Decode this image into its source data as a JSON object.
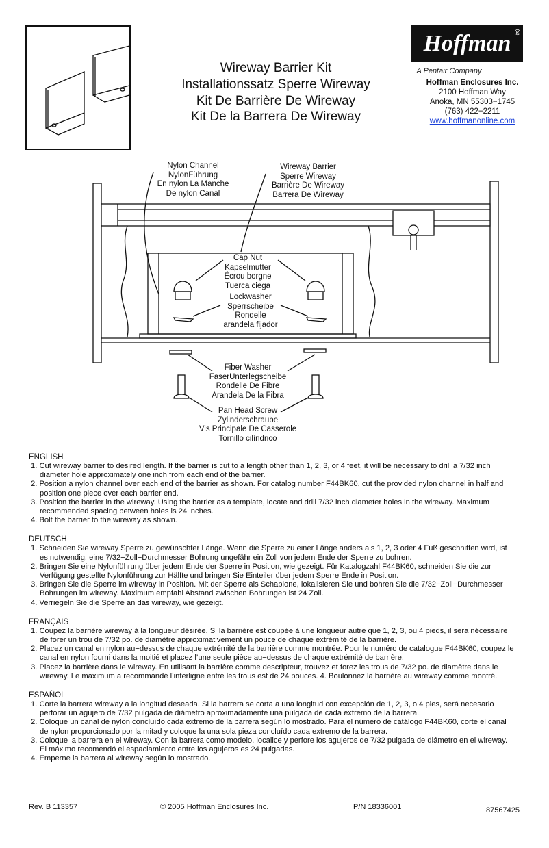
{
  "titles": [
    "Wireway Barrier Kit",
    "Installationssatz Sperre Wireway",
    "Kit De Barrière De Wireway",
    "Kit De la Barrera De Wireway"
  ],
  "company": {
    "logo": "Hoffman",
    "registered": "®",
    "tagline": "A Pentair Company",
    "name": "Hoffman Enclosures Inc.",
    "address1": "2100 Hoffman Way",
    "address2": "Anoka, MN 55303−1745",
    "phone": "(763) 422−2211",
    "website": "www.hoffmanonline.com"
  },
  "labels": {
    "nylon_channel": [
      "Nylon Channel",
      "NylonFührung",
      "En nylon La Manche",
      "De nylon Canal"
    ],
    "wireway_barrier": [
      "Wireway Barrier",
      "Sperre Wireway",
      "Barrière De Wireway",
      "Barrera De Wireway"
    ],
    "cap_nut": [
      "Cap Nut",
      "Kapselmutter",
      "Écrou borgne",
      "Tuerca ciega"
    ],
    "lockwasher": [
      "Lockwasher",
      "Sperrscheibe",
      "Rondelle",
      "arandela fijador"
    ],
    "fiber_washer": [
      "Fiber Washer",
      "FaserUnterlegscheibe",
      "Rondelle De Fibre",
      "Arandela De la Fibra"
    ],
    "pan_head_screw": [
      "Pan Head Screw",
      "Zylinderschraube",
      "Vis Principale De Casserole",
      "Tornillo cilíndrico"
    ]
  },
  "instructions": {
    "english": {
      "heading": "ENGLISH",
      "items": [
        "1.  Cut wireway barrier to desired length.  If the barrier is cut to a length other than 1, 2, 3, or 4 feet, it will be necessary to drill a 7/32 inch diameter hole approximately one inch from each end of the barrier.",
        "2.  Position a nylon channel over each end of the barrier as shown.  For catalog number F44BK60, cut the provided nylon channel in half and position one piece over each barrier end.",
        "3.  Position the barrier in the wireway.  Using the barrier as a template, locate and drill 7/32 inch diameter holes in the wireway. Maximum recommended spacing between holes is 24 inches.",
        "4.  Bolt the barrier to the wireway as shown."
      ]
    },
    "deutsch": {
      "heading": "DEUTSCH",
      "items": [
        "1. Schneiden Sie wireway Sperre zu gewünschter Länge. Wenn die Sperre zu einer Länge anders als 1, 2, 3 oder 4 Fuß geschnitten wird, ist es notwendig, eine 7/32−Zoll−Durchmesser Bohrung ungefähr ein Zoll von jedem Ende der Sperre zu bohren.",
        "2. Bringen Sie eine Nylonführung über jedem Ende der Sperre in Position, wie gezeigt. Für Katalogzahl F44BK60, schneiden Sie die zur Verfügung gestellte Nylonführung zur Hälfte und bringen Sie Einteiler über jedem Sperre Ende in Position.",
        "3. Bringen Sie die Sperre im wireway in Position. Mit der Sperre als Schablone, lokalisieren Sie und bohren Sie die 7/32−Zoll−Durchmesser Bohrungen im wireway. Maximum empfahl Abstand zwischen Bohrungen ist 24 Zoll.",
        "4. Verriegeln Sie die Sperre an das wireway, wie gezeigt."
      ]
    },
    "francais": {
      "heading": "FRANÇAIS",
      "items": [
        "1. Coupez la barrière wireway à la longueur désirée. Si la barrière est coupée à une longueur autre que 1, 2, 3, ou 4 pieds, il sera nécessaire de forer un trou de 7/32 po. de diamètre approximativement un pouce de chaque extrémité de la barrière.",
        "2. Placez un canal en nylon au−dessus de chaque extrémité de la barrière comme montrée. Pour le numéro de catalogue F44BK60, coupez le canal en nylon fourni dans la moitié et placez l’une seule pièce au−dessus de chaque extrémité de barrière.",
        "3. Placez la barrière dans le wireway. En utilisant la barrière comme descripteur, trouvez et forez les trous de 7/32 po. de diamètre dans le wireway. Le maximum a recommandé l’interligne entre les trous est de 24 pouces. 4. Boulonnez la barrière au wireway comme montré."
      ]
    },
    "espanol": {
      "heading": "ESPAÑOL",
      "items": [
        "1. Corte la barrera wireway a la longitud deseada. Si la barrera se corta a una longitud con excepción de 1, 2, 3, o 4 pies, será necesario perforar un agujero de 7/32 pulgada de diámetro aproximadamente una pulgada de cada extremo de la barrera.",
        "2. Coloque un canal de nylon concluído cada extremo de la barrera según lo mostrado. Para el número de catálogo F44BK60, corte el canal de nylon proporcionado por la mitad y coloque la una sola pieza concluído cada extremo de la barrera.",
        "3. Coloque la barrera en el wireway. Con la barrera como modelo, localice y perfore los agujeros de 7/32 pulgada de diámetro en el wireway. El máximo recomendó el espaciamiento entre los agujeros es 24 pulgadas.",
        "4. Emperne la barrera al wireway según lo mostrado."
      ]
    }
  },
  "footer": {
    "rev": "Rev. B  113357",
    "copyright": "©  2005 Hoffman Enclosures Inc.",
    "pn": "P/N 18336001",
    "code": "87567425"
  }
}
